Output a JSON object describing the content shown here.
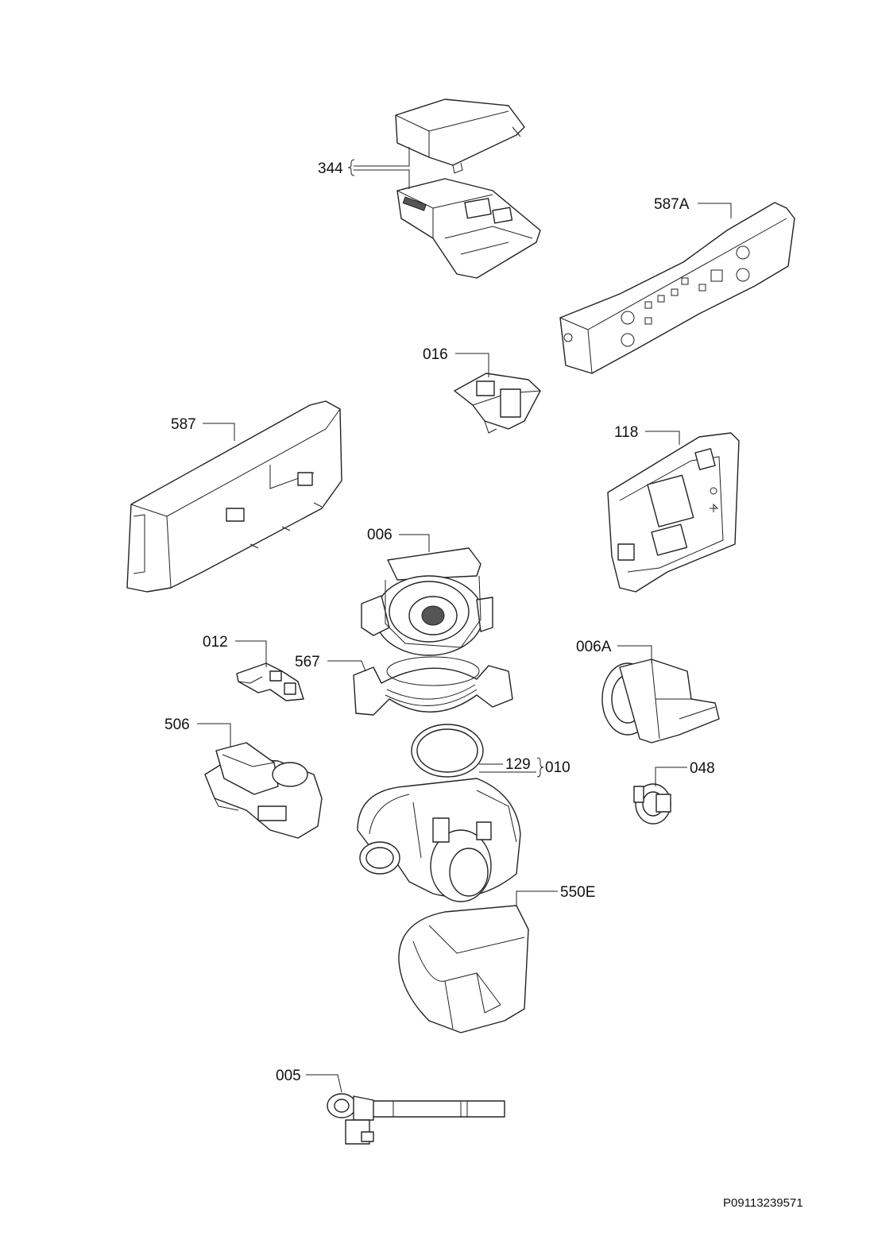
{
  "labels": {
    "l344": "344",
    "l587A": "587A",
    "l016": "016",
    "l587": "587",
    "l118": "118",
    "l006": "006",
    "l012": "012",
    "l567": "567",
    "l006A": "006A",
    "l506": "506",
    "l129": "129",
    "l010": "010",
    "l048": "048",
    "l550E": "550E",
    "l005": "005"
  },
  "drawing_id": "P09113239571",
  "colors": {
    "line": "#222222",
    "background": "#ffffff"
  }
}
